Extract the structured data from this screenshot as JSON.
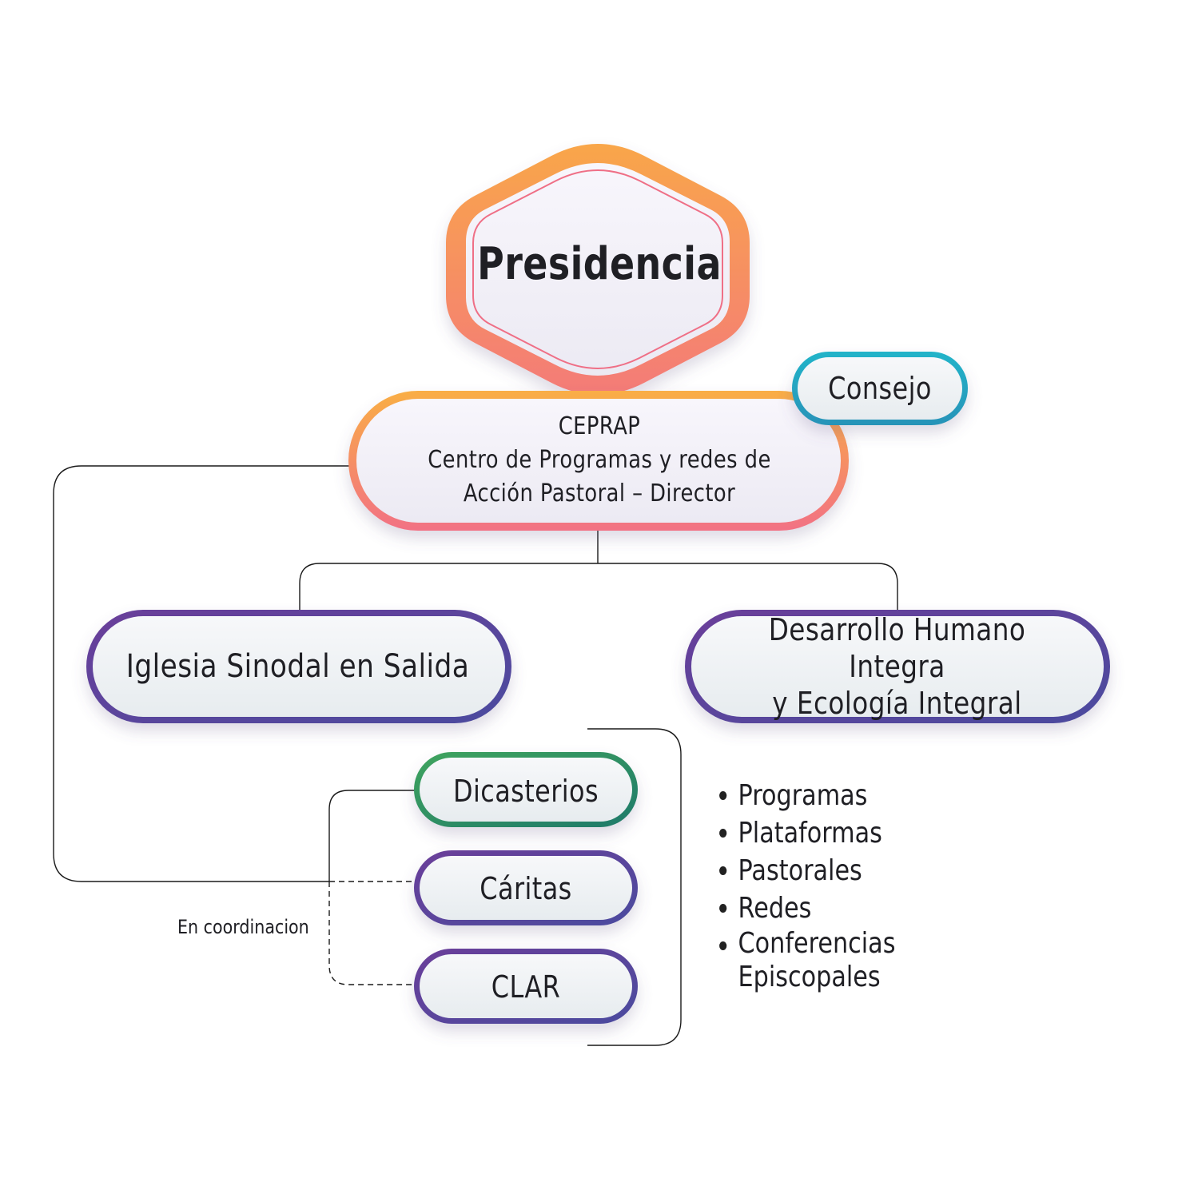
{
  "presidencia": {
    "label": "Presidencia"
  },
  "ceprap": {
    "line1": "CEPRAP",
    "line2": "Centro de Programas y redes de",
    "line3": "Acción Pastoral – Director"
  },
  "consejo": {
    "label": "Consejo"
  },
  "iglesia": {
    "label": "Iglesia Sinodal en Salida"
  },
  "desarrollo": {
    "line1": "Desarrollo Humano Integra",
    "line2": "y Ecología Integral"
  },
  "dicasterios": {
    "label": "Dicasterios"
  },
  "caritas": {
    "label": "Cáritas"
  },
  "clar": {
    "label": "CLAR"
  },
  "coordination": {
    "label": "En coordinacion"
  },
  "bullets": [
    {
      "label": "Programas"
    },
    {
      "label": "Plataformas"
    },
    {
      "label": "Pastorales"
    },
    {
      "label": "Redes"
    },
    {
      "label": "Conferencias\nEpiscopales"
    }
  ],
  "colors": {
    "orange": "#f9a94a",
    "coral": "#f07786",
    "teal": "#22a8c0",
    "purple": "#5b3f96",
    "green": "#3a9b5c",
    "connector": "#1a1a1a"
  }
}
